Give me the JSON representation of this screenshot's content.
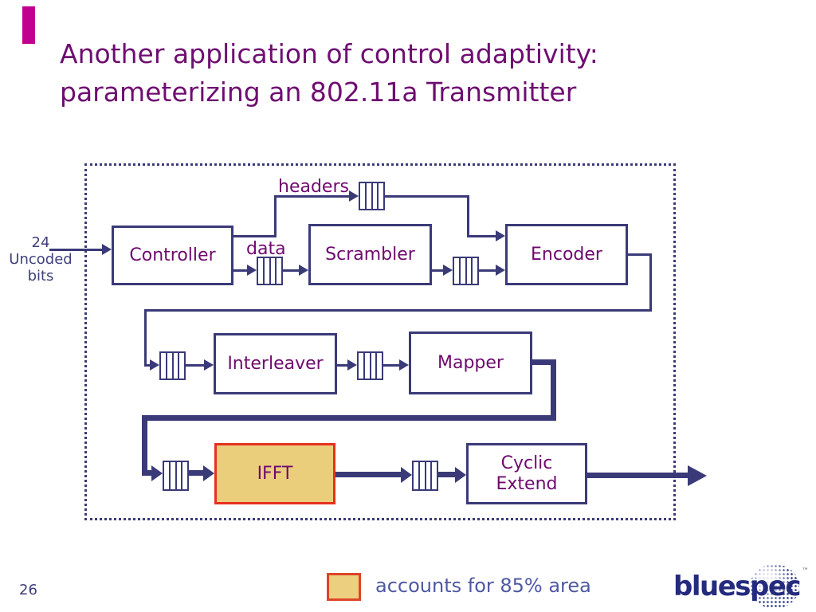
{
  "slide": {
    "title_line1": "Another application of control adaptivity:",
    "title_line2": "parameterizing an 802.11a Transmitter",
    "page_number": "26"
  },
  "diagram": {
    "input_label": {
      "line1": "24",
      "line2": "Uncoded",
      "line3": "bits"
    },
    "labels": {
      "headers": "headers",
      "data": "data"
    },
    "blocks": {
      "controller": "Controller",
      "scrambler": "Scrambler",
      "encoder": "Encoder",
      "interleaver": "Interleaver",
      "mapper": "Mapper",
      "ifft": "IFFT",
      "cyclic_line1": "Cyclic",
      "cyclic_line2": "Extend"
    },
    "icons": {
      "fifo_queue": "fifo-queue-icon (rectangle with vertical slots)",
      "arrow": "css-triangle-arrowhead"
    }
  },
  "legend": {
    "text": "accounts for 85% area"
  },
  "logo": {
    "text": "bluespec",
    "tm": "™"
  },
  "colors": {
    "accent_magenta": "#c2008f",
    "title_purple": "#6e0e71",
    "block_text_purple": "#6e0a6e",
    "wire_navy": "#3a3a78",
    "input_label_navy": "#3f3f7a",
    "ifft_fill": "#ebce7c",
    "ifft_border": "#e5311f",
    "legend_fill": "#ecd080",
    "legend_border": "#dd4527",
    "legend_text": "#4e59a1",
    "logo_navy": "#242b7d"
  }
}
